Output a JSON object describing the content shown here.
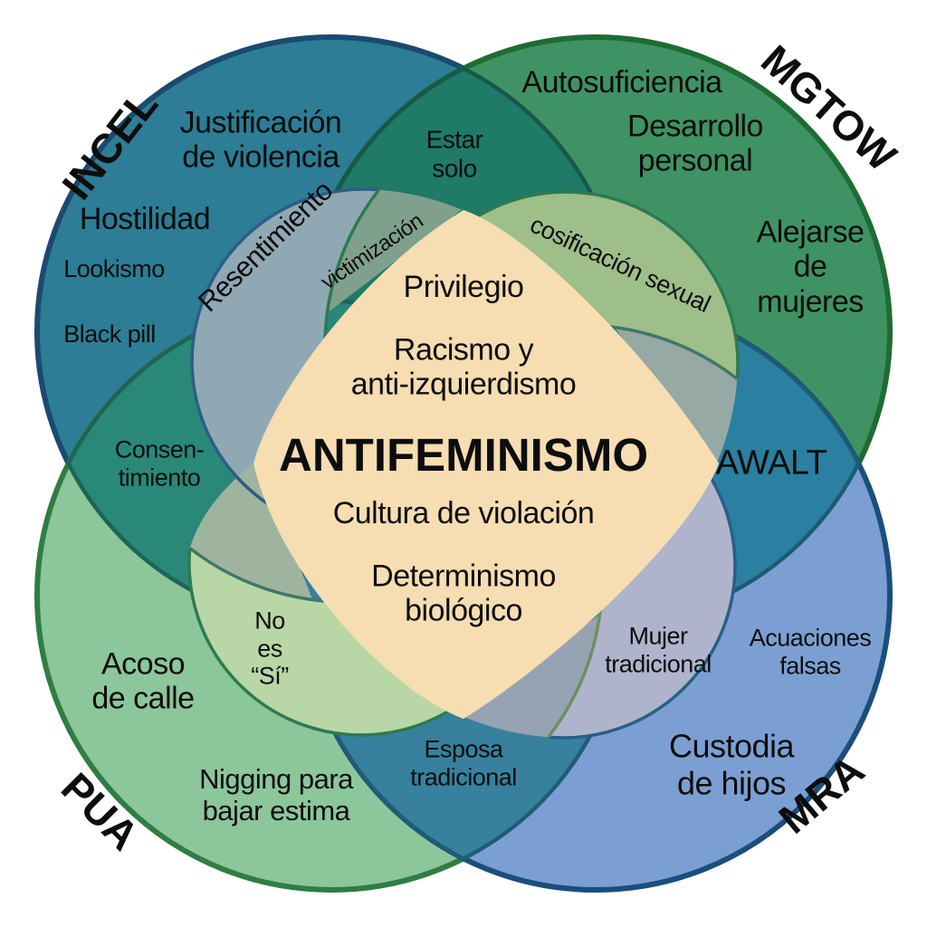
{
  "diagram_type": "venn-4-circles",
  "colors": {
    "incel_fill": "#2C7D95",
    "incel_stroke": "#1B4A70",
    "mgtow_fill": "#3F9264",
    "mgtow_stroke": "#1E6C33",
    "pua_fill": "#8CC69B",
    "pua_stroke": "#2F7D45",
    "mra_fill": "#7C9FD3",
    "mra_stroke": "#1A4E7D",
    "lens_top_fill": "#1F7A67",
    "lens_top_stroke": "#17584A",
    "lens_left_fill": "#2A8878",
    "lens_left_stroke": "#1E6455",
    "lens_right_fill": "#2B7FA0",
    "lens_right_stroke": "#1D5B74",
    "lens_bottom_fill": "#37819F",
    "lens_bottom_stroke": "#205C76",
    "petal_nw_fill": "#90A8B4",
    "petal_ne_fill": "#9EBE8A",
    "petal_se_fill": "#AFB4CC",
    "petal_sw_fill": "#B9D6A6",
    "tri_n_fill": "#7FA08C",
    "tri_e_fill": "#96A9A4",
    "tri_s_fill": "#97A3B2",
    "tri_w_fill": "#9FB49E",
    "arc_blue": "#2A5E88",
    "arc_green": "#2E7A50",
    "arc_olive": "#6E9060",
    "arc_teal": "#417768",
    "center_fill": "#F6DDB2",
    "text": "#0D0D0D"
  },
  "groups": {
    "incel": {
      "name": "INCEL",
      "justificacion": [
        "Justificación",
        "de violencia"
      ],
      "hostilidad": "Hostilidad",
      "lookismo": "Lookismo",
      "black_pill": "Black pill"
    },
    "mgtow": {
      "name": "MGTOW",
      "autosuficiencia": "Autosuficiencia",
      "desarrollo": [
        "Desarrollo",
        "personal"
      ],
      "alejarse": [
        "Alejarse",
        "de",
        "mujeres"
      ]
    },
    "pua": {
      "name": "PUA",
      "acoso": [
        "Acoso",
        "de calle"
      ],
      "nigging": [
        "Nigging para",
        "bajar estima"
      ]
    },
    "mra": {
      "name": "MRA",
      "acuaciones": [
        "Acuaciones",
        "falsas"
      ],
      "custodia": [
        "Custodia",
        "de hijos"
      ]
    }
  },
  "overlaps": {
    "estar_solo": [
      "Estar",
      "solo"
    ],
    "resentimiento": "Resentimiento",
    "victimizacion": "victimización",
    "cosificacion_sexual": "cosificación sexual",
    "consentimiento": [
      "Consen-",
      "timiento"
    ],
    "awalt": "AWALT",
    "no_es_si": [
      "No",
      "es",
      "“Sí”"
    ],
    "mujer_tradicional": [
      "Mujer",
      "tradicional"
    ],
    "esposa_tradicional": [
      "Esposa",
      "tradicional"
    ]
  },
  "center": {
    "privilegio": "Privilegio",
    "racismo": [
      "Racismo y",
      "anti-izquierdismo"
    ],
    "title": "ANTIFEMINISMO",
    "cultura": "Cultura de violación",
    "determinismo": [
      "Determinismo",
      "biológico"
    ]
  }
}
